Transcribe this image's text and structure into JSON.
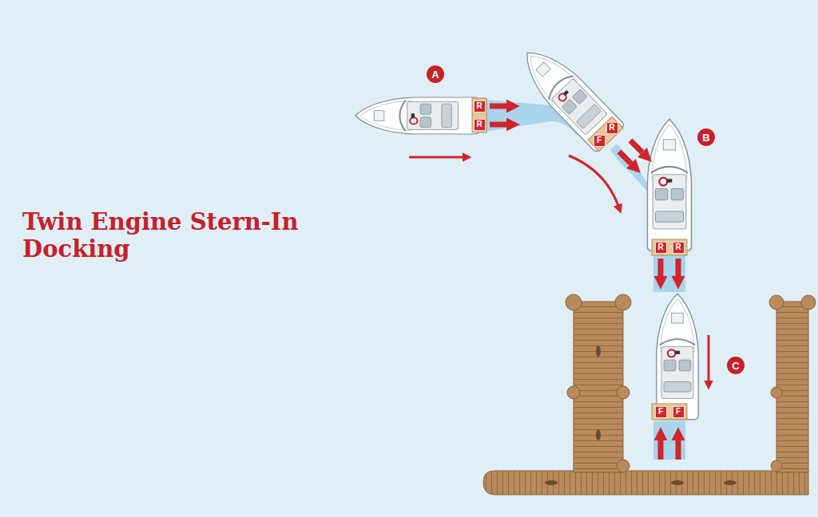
{
  "diagram": {
    "title": "Twin Engine Stern-In Docking",
    "nodes": [
      {
        "text": [
          "A"
        ]
      },
      {
        "text": [
          "R"
        ]
      },
      {
        "text": [
          "R"
        ]
      },
      {
        "text": [
          "F"
        ]
      },
      {
        "text": [
          "R"
        ]
      },
      {
        "text": [
          "B"
        ]
      },
      {
        "text": [
          "R"
        ]
      },
      {
        "text": [
          "R"
        ]
      },
      {
        "text": [
          "C"
        ]
      },
      {
        "text": [
          "F"
        ]
      },
      {
        "text": [
          "F"
        ]
      }
    ]
  }
}
